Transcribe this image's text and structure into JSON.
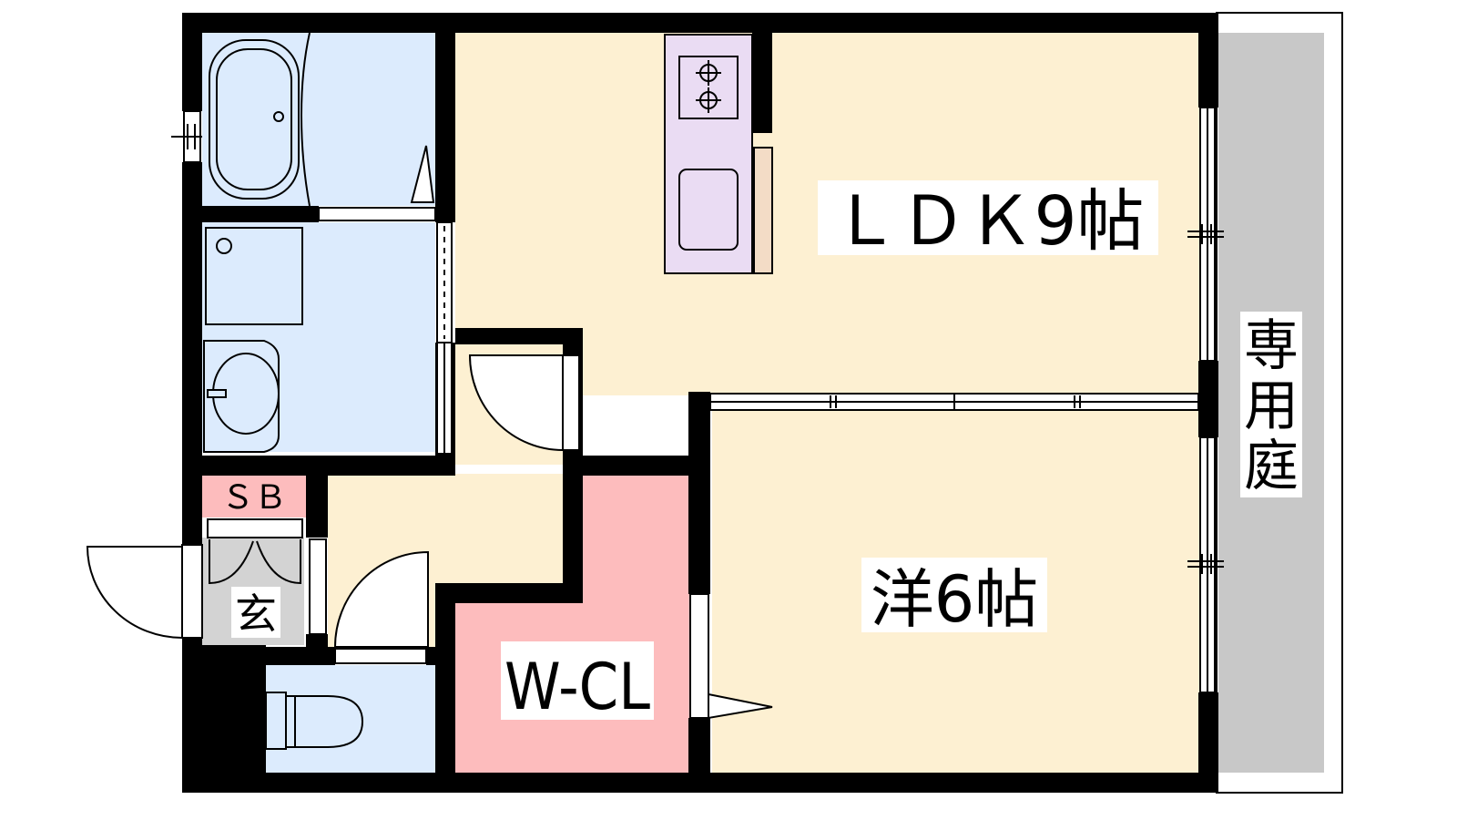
{
  "rooms": {
    "ldk": {
      "label": "ＬＤＫ9帖"
    },
    "western": {
      "label": "洋6帖"
    },
    "walk_in_closet": {
      "label": "W-CL"
    },
    "shoe_box": {
      "label": "ＳＢ"
    },
    "entrance": {
      "label": "玄"
    },
    "private_garden": {
      "label": "専用庭"
    }
  },
  "colors": {
    "wall": "#000000",
    "living_floor": "#fdf0d2",
    "wet_area": "#dcebfd",
    "closet": "#fdbcbd",
    "shoe_box": "#fdbcbd",
    "kitchen": "#eadcf3",
    "entrance_floor": "#d3d3d3",
    "garden": "#c8c8c8"
  }
}
